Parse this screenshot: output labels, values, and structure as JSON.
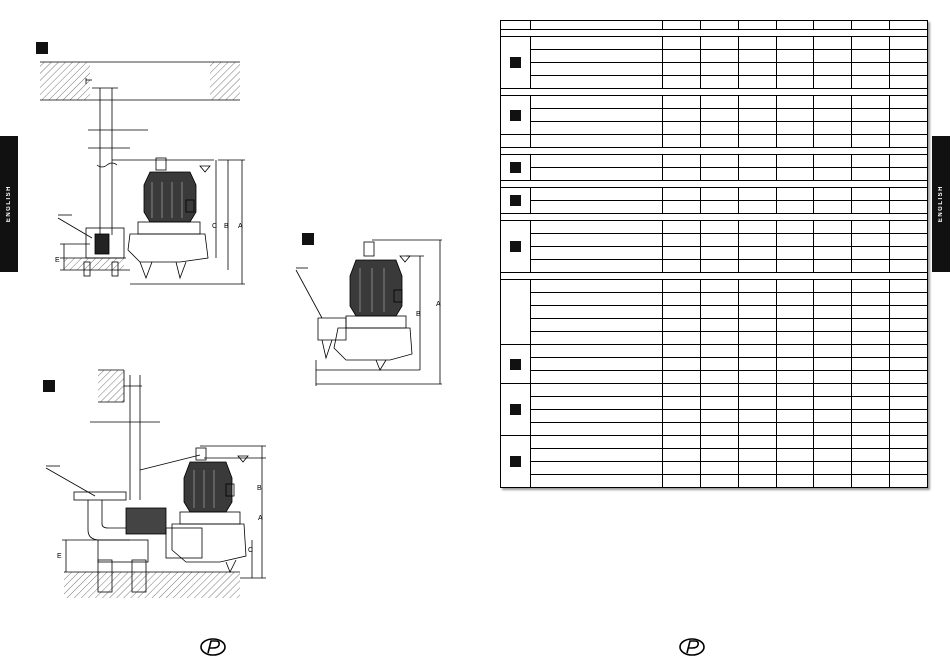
{
  "side_tab": {
    "left_label": "ENGLISH",
    "right_label": "ENGLISH"
  },
  "figures": {
    "fig1": {
      "dimension_labels": [
        "C",
        "B",
        "A",
        "E"
      ]
    },
    "fig2": {
      "dimension_labels": [
        "C",
        "B",
        "A",
        "E"
      ]
    },
    "fig3": {
      "dimension_labels": [
        "B",
        "A"
      ]
    }
  },
  "table": {
    "header_columns": 9,
    "value_columns": 7
  },
  "brand": {
    "logo_icon": "pedrollo-p-logo-icon"
  },
  "colors": {
    "ink": "#000000",
    "tab_background": "#111111",
    "hatch": "#555555"
  }
}
